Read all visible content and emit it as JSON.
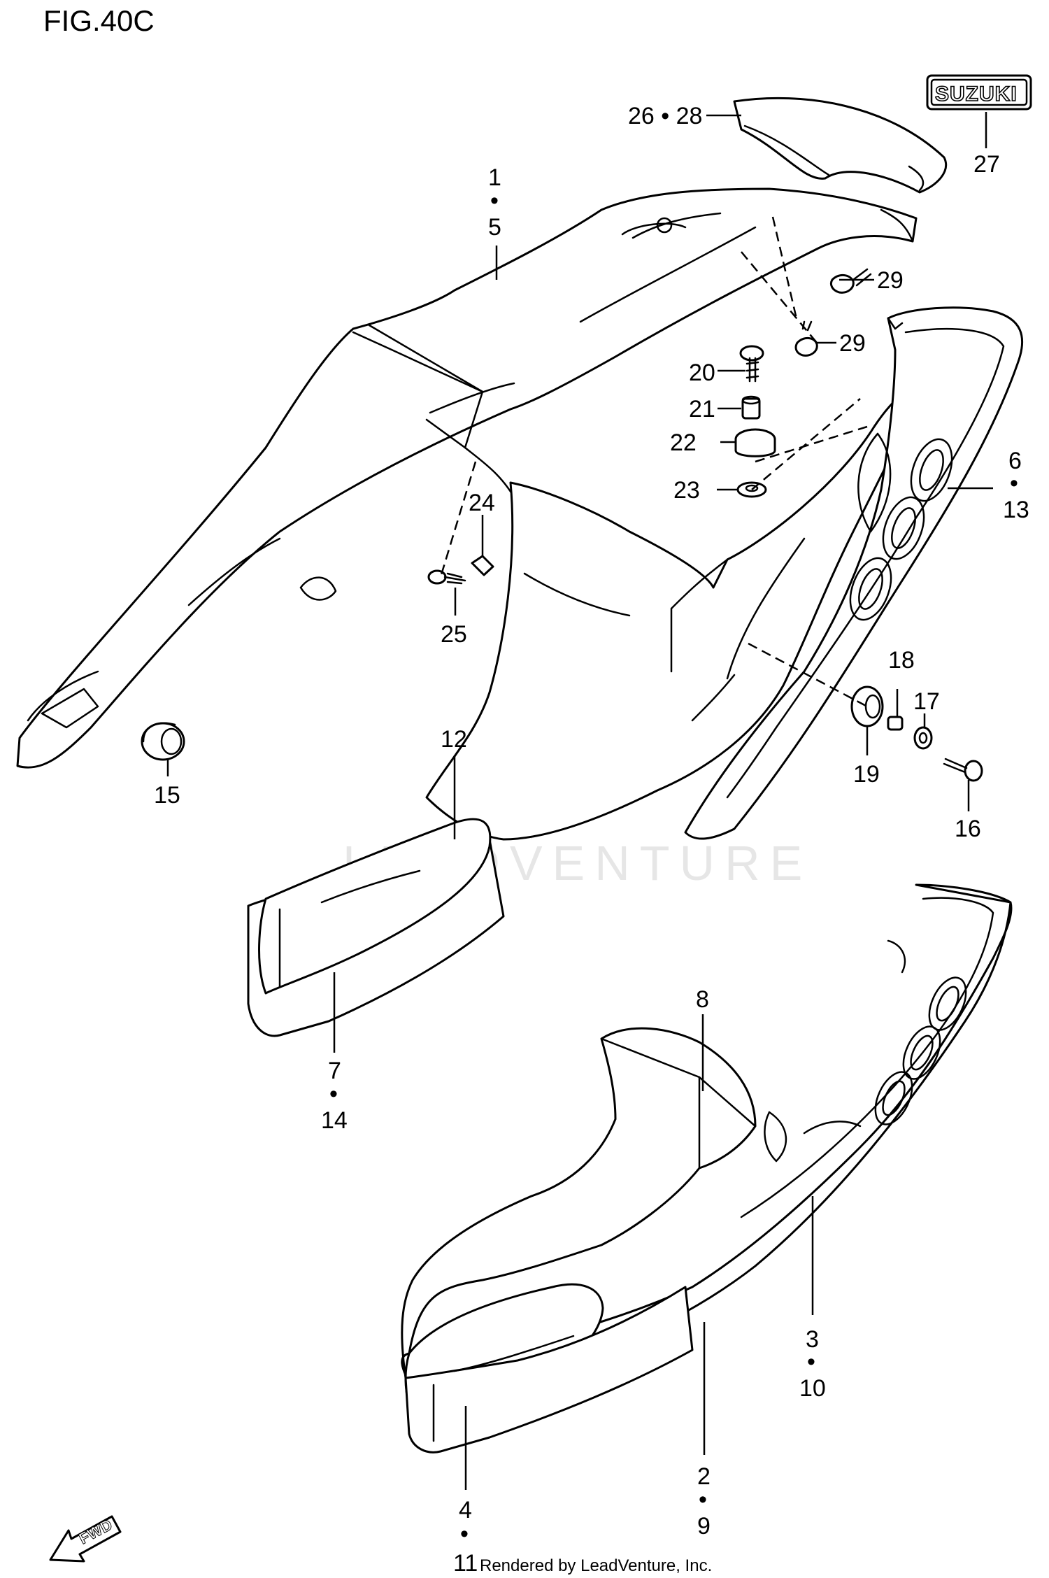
{
  "figure": {
    "title": "FIG.40C",
    "footer_prefix": "11",
    "footer_text": "Rendered by LeadVenture, Inc.",
    "watermark": "LEADVENTURE"
  },
  "badges": {
    "suzuki_emblem": "SUZUKI",
    "forward_arrow": "FWD"
  },
  "callouts": {
    "c1": {
      "top": "1",
      "dot": "•",
      "bottom": "5"
    },
    "c26_28": "26 • 28",
    "c27": "27",
    "c29a": "29",
    "c29b": "29",
    "c20": "20",
    "c21": "21",
    "c22": "22",
    "c23": "23",
    "c6": {
      "top": "6",
      "dot": "•",
      "bottom": "13"
    },
    "c24": "24",
    "c25": "25",
    "c18": "18",
    "c17": "17",
    "c19": "19",
    "c16": "16",
    "c12": "12",
    "c15": "15",
    "c7": {
      "top": "7",
      "dot": "•",
      "bottom": "14"
    },
    "c8": "8",
    "c3": {
      "top": "3",
      "dot": "•",
      "bottom": "10"
    },
    "c2": {
      "top": "2",
      "dot": "•",
      "bottom": "9"
    },
    "c4": {
      "top": "4",
      "dot": "•"
    }
  },
  "colors": {
    "line": "#000000",
    "background": "#ffffff",
    "watermark": "#e6e6e6"
  }
}
